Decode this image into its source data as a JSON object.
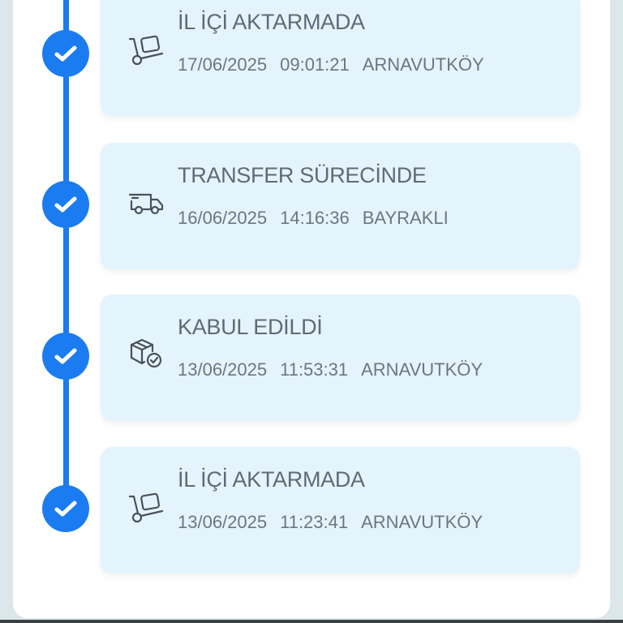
{
  "colors": {
    "accent": "#1a7cf0",
    "card_bg": "#e4f4fd",
    "page_bg": "#dbe7eb",
    "text": "#5f6b73"
  },
  "timeline": {
    "events": [
      {
        "status": "İL İÇİ AKTARMADA",
        "date": "17/06/2025",
        "time": "09:01:21",
        "location": "ARNAVUTKÖY",
        "icon": "hand-truck-icon",
        "completed": true
      },
      {
        "status": "TRANSFER SÜRECİNDE",
        "date": "16/06/2025",
        "time": "14:16:36",
        "location": "BAYRAKLI",
        "icon": "delivery-truck-icon",
        "completed": true
      },
      {
        "status": "KABUL EDİLDİ",
        "date": "13/06/2025",
        "time": "11:53:31",
        "location": "ARNAVUTKÖY",
        "icon": "package-check-icon",
        "completed": true
      },
      {
        "status": "İL İÇİ AKTARMADA",
        "date": "13/06/2025",
        "time": "11:23:41",
        "location": "ARNAVUTKÖY",
        "icon": "hand-truck-icon",
        "completed": true
      }
    ]
  }
}
